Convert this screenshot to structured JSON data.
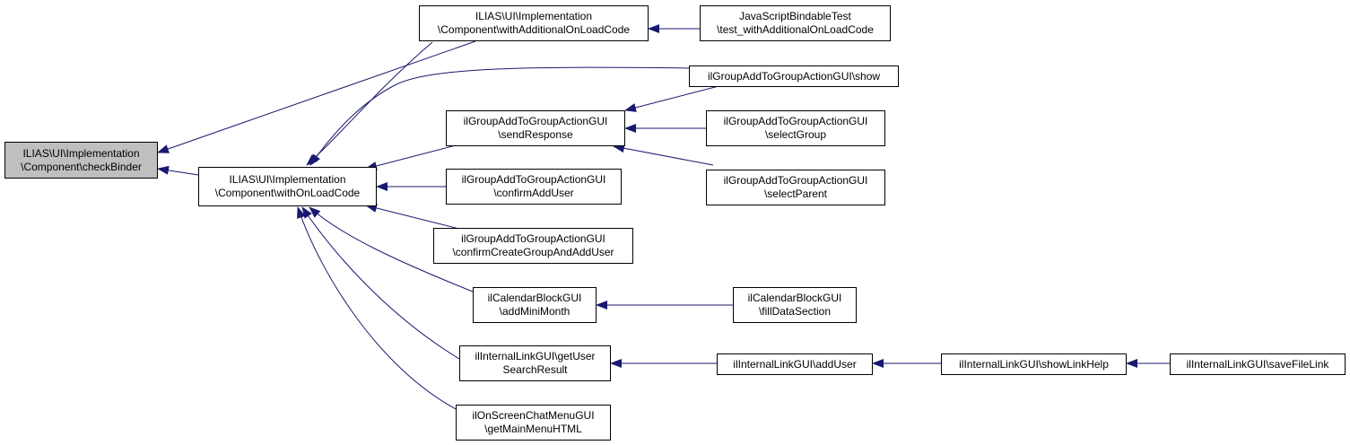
{
  "colors": {
    "edge": "#191970",
    "root_fill": "#bfbfbf",
    "node_fill": "#ffffff",
    "border": "#000000"
  },
  "nodes": {
    "checkBinder": {
      "lines": [
        "ILIAS\\UI\\Implementation",
        "\\Component\\checkBinder"
      ],
      "root": true
    },
    "withOnLoadCode": {
      "lines": [
        "ILIAS\\UI\\Implementation",
        "\\Component\\withOnLoadCode"
      ]
    },
    "withAdditional": {
      "lines": [
        "ILIAS\\UI\\Implementation",
        "\\Component\\withAdditionalOnLoadCode"
      ]
    },
    "jsTest": {
      "lines": [
        "JavaScriptBindableTest",
        "\\test_withAdditionalOnLoadCode"
      ]
    },
    "gShow": {
      "lines": [
        "ilGroupAddToGroupActionGUI\\show"
      ]
    },
    "gSend": {
      "lines": [
        "ilGroupAddToGroupActionGUI",
        "\\sendResponse"
      ]
    },
    "gSelectGroup": {
      "lines": [
        "ilGroupAddToGroupActionGUI",
        "\\selectGroup"
      ]
    },
    "gSelectParent": {
      "lines": [
        "ilGroupAddToGroupActionGUI",
        "\\selectParent"
      ]
    },
    "gConfirmAdd": {
      "lines": [
        "ilGroupAddToGroupActionGUI",
        "\\confirmAddUser"
      ]
    },
    "gConfirmCreate": {
      "lines": [
        "ilGroupAddToGroupActionGUI",
        "\\confirmCreateGroupAndAddUser"
      ]
    },
    "calMini": {
      "lines": [
        "ilCalendarBlockGUI",
        "\\addMiniMonth"
      ]
    },
    "calFill": {
      "lines": [
        "ilCalendarBlockGUI",
        "\\fillDataSection"
      ]
    },
    "linkGetUser": {
      "lines": [
        "ilInternalLinkGUI\\getUser",
        "SearchResult"
      ]
    },
    "linkAddUser": {
      "lines": [
        "ilInternalLinkGUI\\addUser"
      ]
    },
    "linkShowHelp": {
      "lines": [
        "ilInternalLinkGUI\\showLinkHelp"
      ]
    },
    "linkSave": {
      "lines": [
        "ilInternalLinkGUI\\saveFileLink"
      ]
    },
    "chatMenu": {
      "lines": [
        "ilOnScreenChatMenuGUI",
        "\\getMainMenuHTML"
      ]
    }
  }
}
